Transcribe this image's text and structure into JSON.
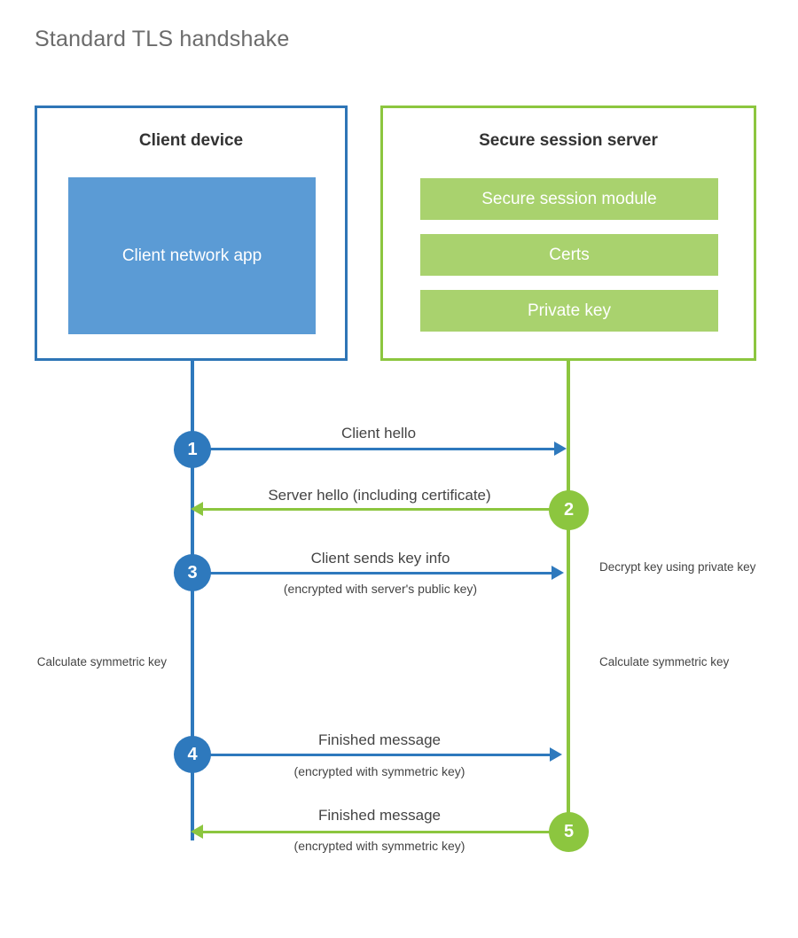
{
  "title": "Standard TLS handshake",
  "colors": {
    "client_border": "#2E75B6",
    "client_fill": "#5B9BD5",
    "server_border": "#8CC63F",
    "server_fill": "#A9D26E",
    "client_line": "#2E79BD",
    "server_line": "#8CC63F",
    "title_text": "#6b6b6b",
    "body_text": "#444444"
  },
  "client": {
    "title": "Client device",
    "app_label": "Client network app"
  },
  "server": {
    "title": "Secure session server",
    "components": [
      {
        "label": "Secure session module"
      },
      {
        "label": "Certs"
      },
      {
        "label": "Private key"
      }
    ]
  },
  "steps": [
    {
      "number": "1",
      "side": "client",
      "direction": "right",
      "primary": "Client hello",
      "secondary": ""
    },
    {
      "number": "2",
      "side": "server",
      "direction": "left",
      "primary": "Server hello (including certificate)",
      "secondary": ""
    },
    {
      "number": "3",
      "side": "client",
      "direction": "right",
      "primary": "Client sends key info",
      "secondary": "(encrypted with server's public key)"
    },
    {
      "number": "4",
      "side": "client",
      "direction": "right",
      "primary": "Finished message",
      "secondary": "(encrypted with symmetric key)"
    },
    {
      "number": "5",
      "side": "server",
      "direction": "left",
      "primary": "Finished message",
      "secondary": "(encrypted with symmetric key)"
    }
  ],
  "notes": {
    "decrypt_key": "Decrypt key using private key",
    "client_calculate": "Calculate symmetric key",
    "server_calculate": "Calculate symmetric key"
  }
}
